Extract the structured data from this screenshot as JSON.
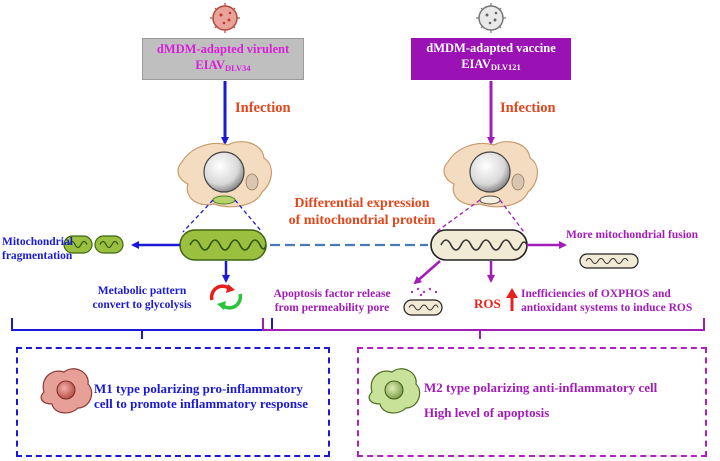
{
  "top_left": {
    "line1": "dMDM-adapted virulent",
    "line2": "EIAV",
    "sub": "DLV34",
    "infection": "Infection"
  },
  "top_right": {
    "line1": "dMDM-adapted vaccine",
    "line2": "EIAV",
    "sub": "DLV121",
    "infection": "Infection"
  },
  "center": {
    "line1": "Differential expression",
    "line2": "of mitochondrial protein"
  },
  "left_branch": {
    "frag_line1": "Mitochondrial",
    "frag_line2": "fragmentation",
    "meta_line1": "Metabolic pattern",
    "meta_line2": "convert to glycolysis"
  },
  "right_branch": {
    "fusion": "More mitochondrial fusion",
    "apop_line1": "Apoptosis factor release",
    "apop_line2": "from permeability pore",
    "ros": "ROS",
    "ineff_line1": "Inefficiencies of  OXPHOS and",
    "ineff_line2": "antioxidant systems to induce ROS"
  },
  "bottom_left": {
    "line1": "M1 type polarizing pro-inflammatory",
    "line2": "cell to promote inflammatory response"
  },
  "bottom_right": {
    "line1": "M2 type polarizing anti-inflammatory cell",
    "line2": "High level of apoptosis"
  },
  "colors": {
    "blue": "#1a1ad6",
    "purple": "#a21cb8",
    "orange": "#e2461c",
    "magenta_text": "#d91fd9",
    "ros_red": "#e8231c"
  }
}
